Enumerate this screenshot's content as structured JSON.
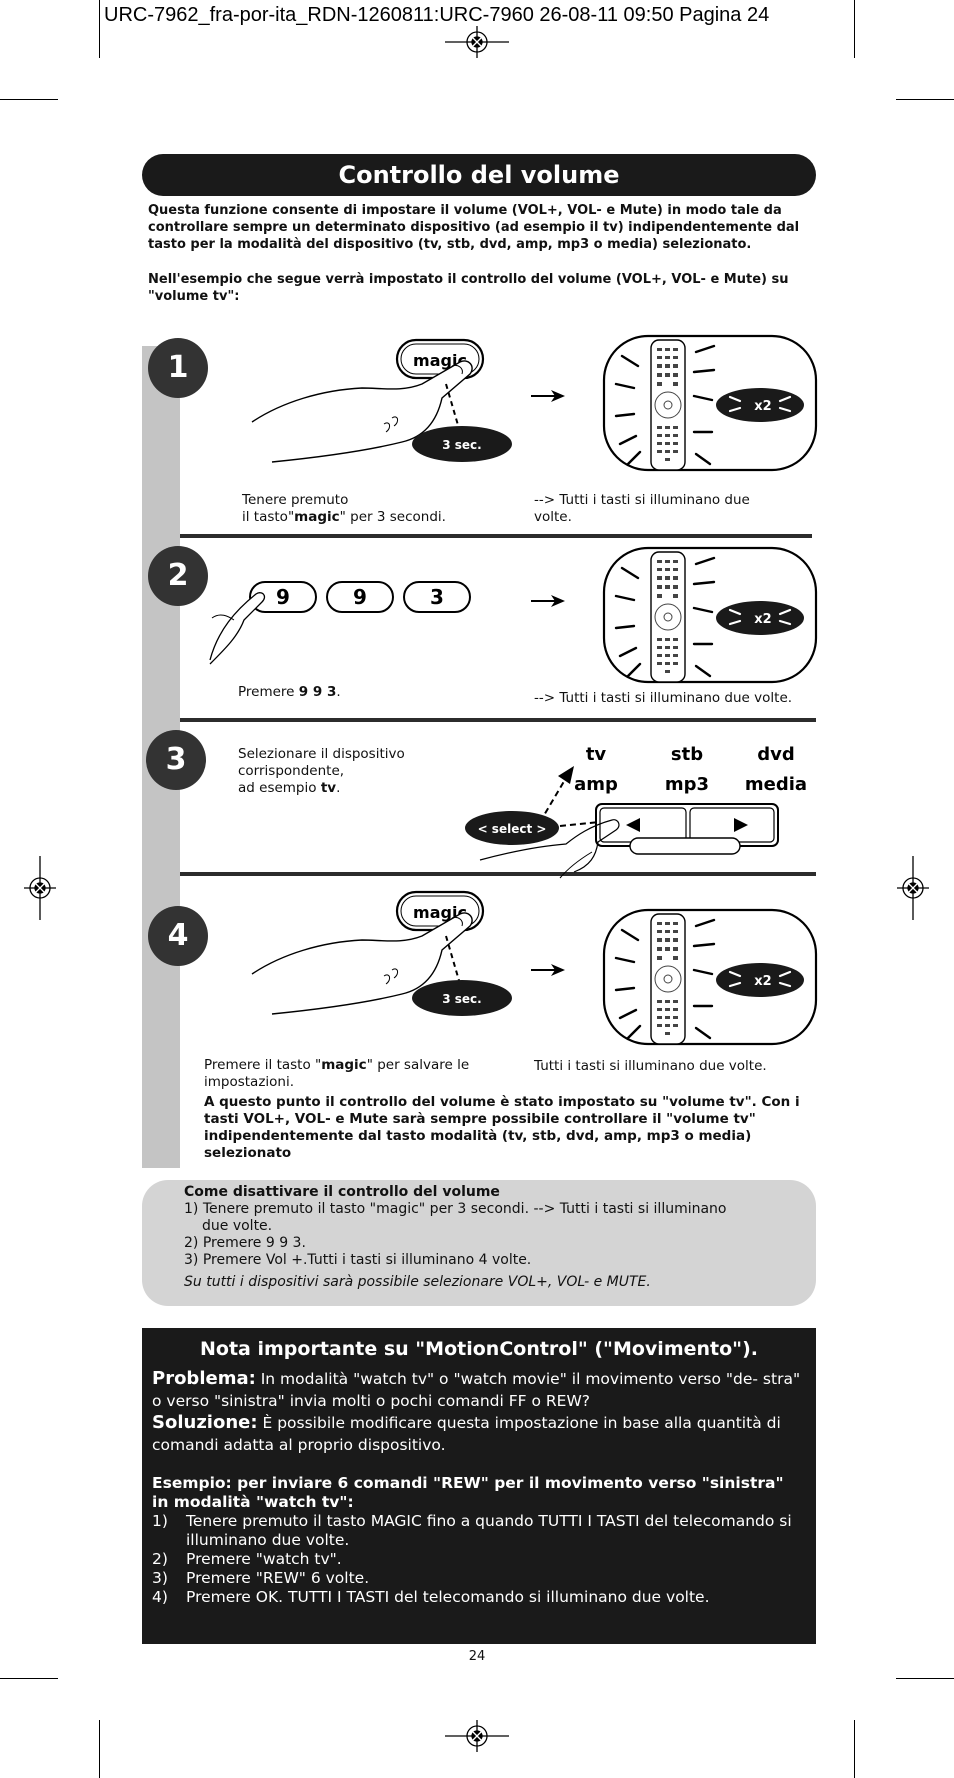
{
  "header": {
    "line": "URC-7962_fra-por-ita_RDN-1260811:URC-7960  26-08-11  09:50  Pagina 24"
  },
  "title": "Controllo del volume",
  "intro": {
    "p1": "Questa funzione consente di impostare il volume (VOL+, VOL- e Mute) in modo tale da controllare sempre un determinato dispositivo (ad esempio il tv) indipendentemente dal tasto per la modalità del dispositivo (tv, stb, dvd, amp, mp3 o media) selezionato.",
    "p2": "Nell'esempio che segue verrà impostato il controllo del volume (VOL+, VOL- e Mute) su \"volume tv\":"
  },
  "steps": [
    {
      "number": "1",
      "key_label": "magic",
      "badge": "3 sec.",
      "blink_label": "x2",
      "caption_left_a": "Tenere premuto",
      "caption_left_b": "il tasto\"",
      "caption_left_bold": "magic",
      "caption_left_c": "\" per 3 secondi.",
      "caption_right": "--> Tutti i tasti si illuminano due volte."
    },
    {
      "number": "2",
      "keys": [
        "9",
        "9",
        "3"
      ],
      "blink_label": "x2",
      "caption_left_a": "Premere ",
      "caption_left_bold": "9 9 3",
      "caption_left_c": ".",
      "caption_right": "--> Tutti i tasti si illuminano due volte."
    },
    {
      "number": "3",
      "caption_a": "Selezionare il dispositivo",
      "caption_b": "corrispondente,",
      "caption_c": "ad esempio ",
      "caption_bold": "tv",
      "caption_d": ".",
      "modes_row1": [
        "tv",
        "stb",
        "dvd"
      ],
      "modes_row2": [
        "amp",
        "mp3",
        "media"
      ],
      "select_label": "< select >"
    },
    {
      "number": "4",
      "key_label": "magic",
      "badge": "3 sec.",
      "blink_label": "x2",
      "caption_left_a": "Premere il tasto \"",
      "caption_left_bold": "magic",
      "caption_left_c": "\" per salvare le impostazioni.",
      "caption_right": "Tutti i tasti si illuminano due volte.",
      "summary": "A questo punto il controllo del volume è stato impostato su \"volume tv\". Con i tasti VOL+, VOL- e Mute sarà sempre possibile controllare il \"volume tv\" indipendentemente dal tasto modalità (tv, stb, dvd, amp, mp3 o media) selezionato"
    }
  ],
  "howto": {
    "title": "Come disattivare il controllo del volume",
    "line1a": "1) Tenere premuto il tasto \"magic\" per 3 secondi. --> Tutti i tasti si illuminano",
    "line1b": "due volte.",
    "line2": "2) Premere 9 9 3.",
    "line3": "3) Premere Vol +.Tutti i tasti si illuminano 4 volte.",
    "note": "Su tutti i dispositivi sarà possibile selezionare VOL+, VOL- e MUTE."
  },
  "note": {
    "title": "Nota importante su \"MotionControl\" (\"Movimento\").",
    "problem_label": "Problema:",
    "problem_text": " In modalità \"watch tv\" o \"watch movie\" il movimento verso \"de- stra\" o verso \"sinistra\" invia molti o pochi comandi FF o REW?",
    "solution_label": "Soluzione:",
    "solution_text": " È possibile modificare questa impostazione in base alla quantità di comandi adatta al proprio dispositivo.",
    "example": "Esempio: per inviare 6 comandi \"REW\" per il movimento verso \"sinistra\" in modalità \"watch tv\":",
    "items": [
      {
        "n": "1)",
        "text": "Tenere premuto il tasto MAGIC fino a quando TUTTI I TASTI del telecomando si illuminano due volte."
      },
      {
        "n": "2)",
        "text": "Premere \"watch tv\"."
      },
      {
        "n": "3)",
        "text": "Premere \"REW\" 6 volte."
      },
      {
        "n": "4)",
        "text": "Premere OK. TUTTI I TASTI del telecomando si illuminano due volte."
      }
    ]
  },
  "page_number": "24",
  "colors": {
    "dark": "#1a1a1a",
    "grey_bar": "#c4c4c4",
    "grey_box": "#d4d4d4"
  }
}
